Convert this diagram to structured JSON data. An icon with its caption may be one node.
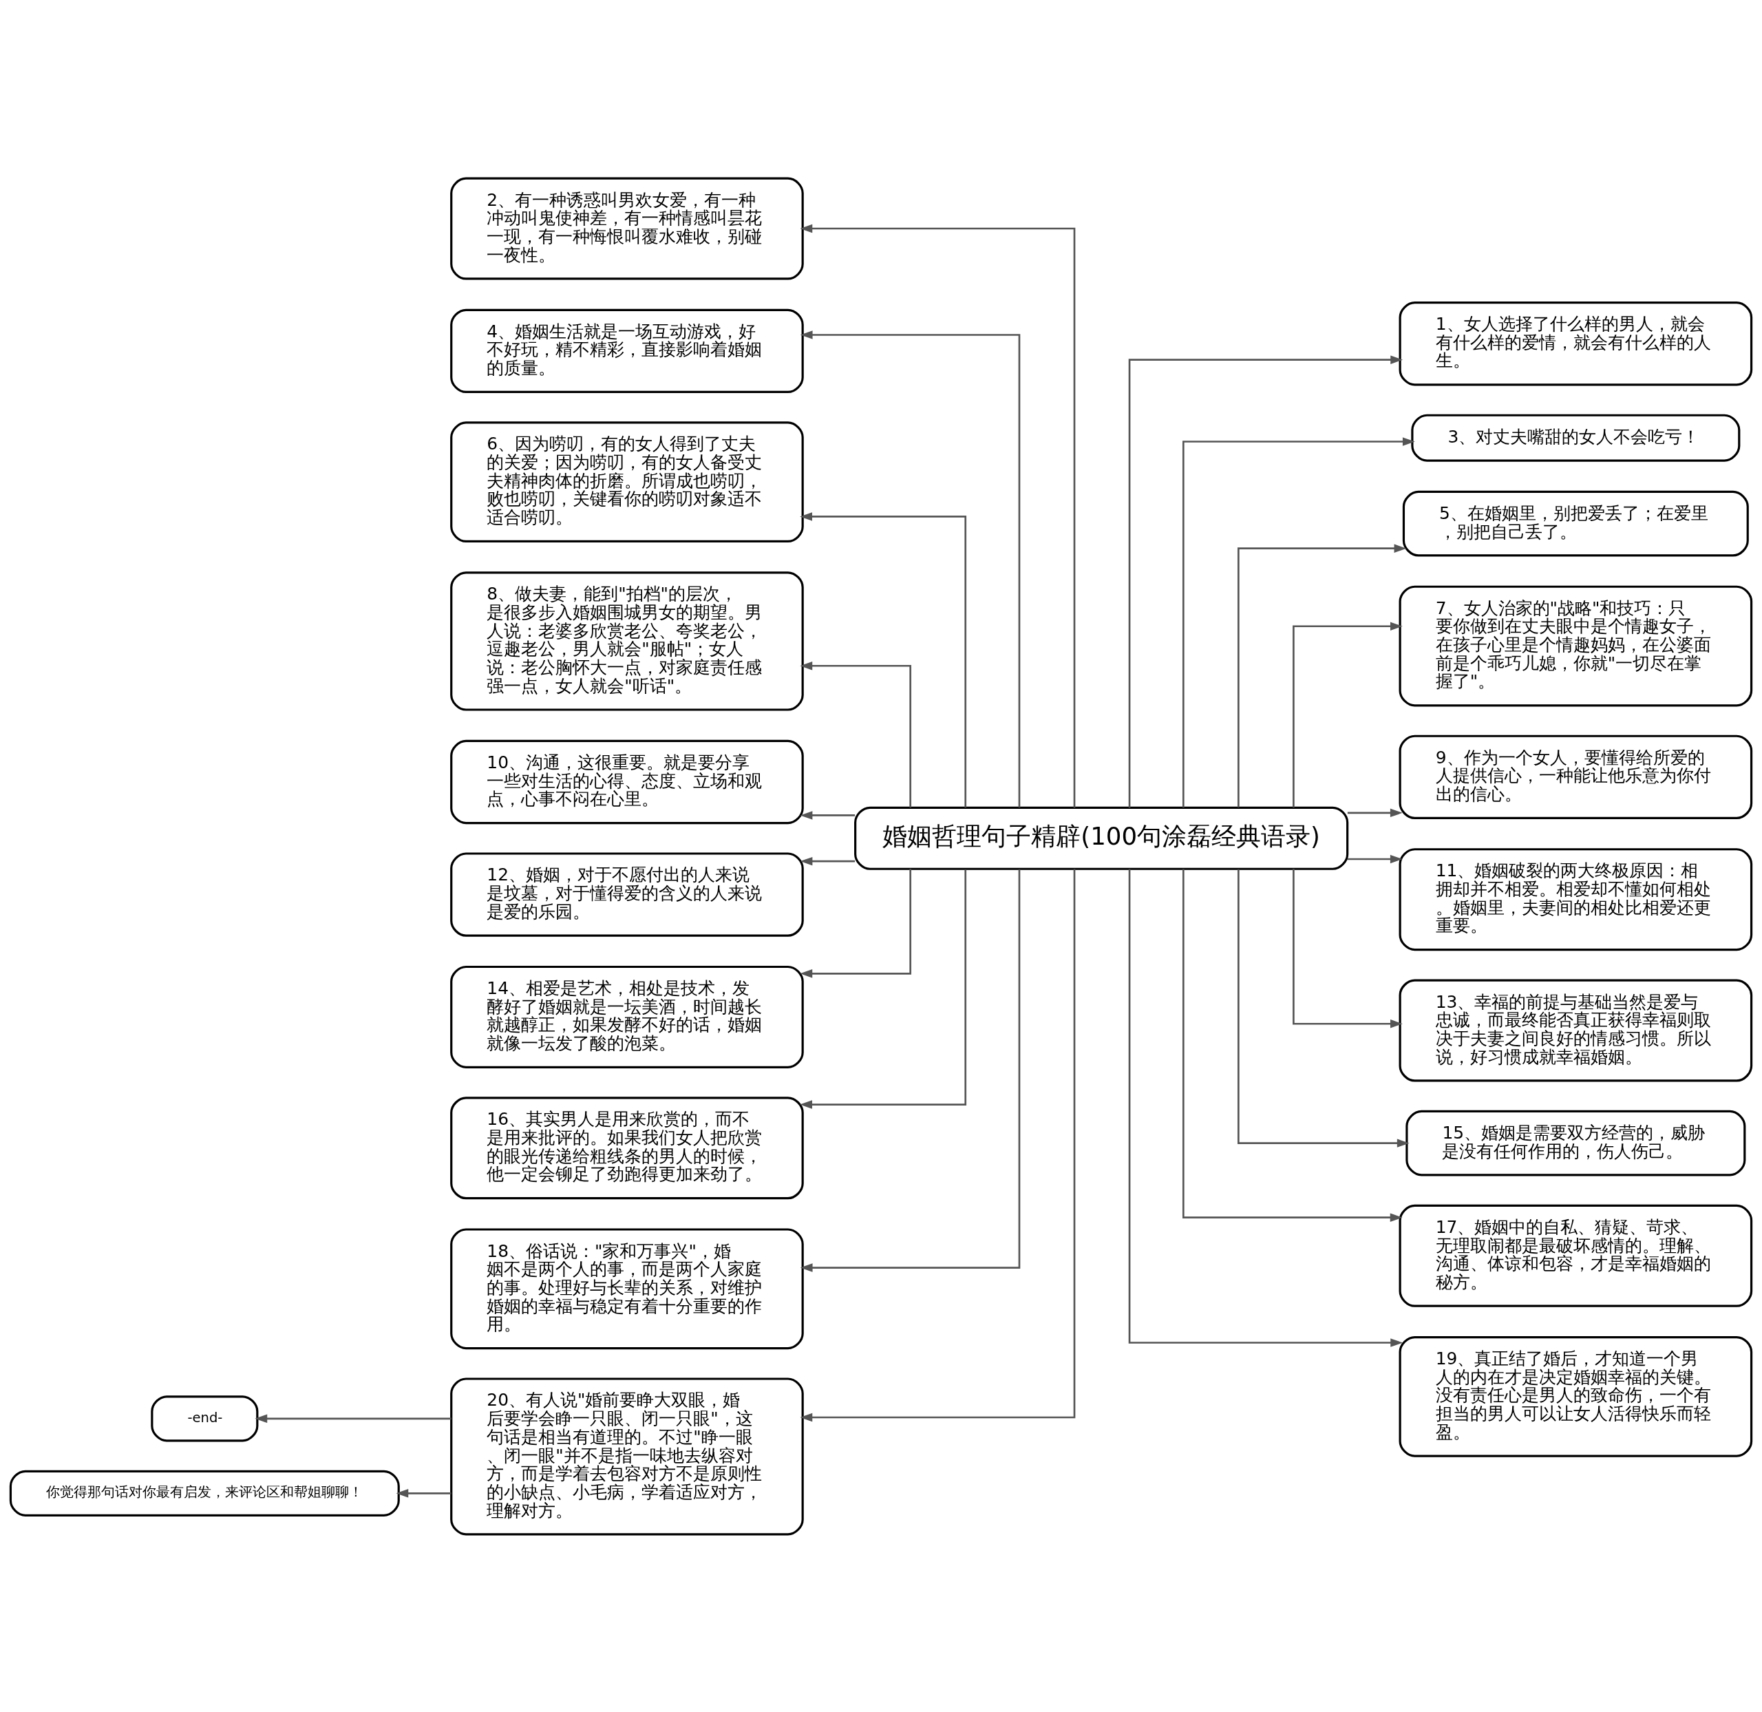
{
  "diagram": {
    "nodes": [
      {
        "text": [
          "婚姻哲理句子精辟(100句涂磊经典语录)"
        ]
      },
      {
        "text": [
          "2、有一种诱惑叫男欢女爱，有一种冲动叫鬼使神差，有一种情感叫昙花一现，有一种悔恨叫覆水难收，别碰一夜性。"
        ]
      },
      {
        "text": [
          "4、婚姻生活就是一场互动游戏，好不好玩，精不精彩，直接影响着婚姻的质量。"
        ]
      },
      {
        "text": [
          "6、因为唠叨，有的女人得到了丈夫的关爱；因为唠叨，有的女人备受丈夫精神肉体的折磨。所谓成也唠叨，败也唠叨，关键看你的唠叨对象适不适合唠叨。"
        ]
      },
      {
        "text": [
          "8、做夫妻，能到\"拍档\"的层次，是很多步入婚姻围城男女的期望。男人说：老婆多欣赏老公、夸奖老公，逗趣老公，男人就会\"服帖\"；女人说：老公胸怀大一点，对家庭责任感强一点，女人就会\"听话\"。"
        ]
      },
      {
        "text": [
          "10、沟通，这很重要。就是要分享一些对生活的心得、态度、立场和观点，心事不闷在心里。"
        ]
      },
      {
        "text": [
          "12、婚姻，对于不愿付出的人来说是坟墓，对于懂得爱的含义的人来说是爱的乐园。"
        ]
      },
      {
        "text": [
          "14、相爱是艺术，相处是技术，发酵好了婚姻就是一坛美酒，时间越长就越醇正，如果发酵不好的话，婚姻就像一坛发了酸的泡菜。"
        ]
      },
      {
        "text": [
          "16、其实男人是用来欣赏的，而不是用来批评的。如果我们女人把欣赏的眼光传递给粗线条的男人的时候，他一定会铆足了劲跑得更加来劲了。"
        ]
      },
      {
        "text": [
          "18、俗话说：\"家和万事兴\"，婚姻不是两个人的事，而是两个人家庭的事。处理好与长辈的关系，对维护婚姻的幸福与稳定有着十分重要的作用。"
        ]
      },
      {
        "text": [
          "20、有人说\"婚前要睁大双眼，婚后要学会睁一只眼、闭一只眼\"，这句话是相当有道理的。不过\"睁一眼、闭一眼\"并不是指一味地去纵容对方，而是学着去包容对方不是原则性的小缺点、小毛病，学着适应对方，理解对方。"
        ]
      },
      {
        "text": [
          "1、女人选择了什么样的男人，就会有什么样的爱情，就会有什么样的人生。"
        ]
      },
      {
        "text": [
          "3、对丈夫嘴甜的女人不会吃亏！"
        ]
      },
      {
        "text": [
          "5、在婚姻里，别把爱丢了；在爱里，别把自己丢了。"
        ]
      },
      {
        "text": [
          "7、女人治家的\"战略\"和技巧：只要你做到在丈夫眼中是个情趣女子，在孩子心里是个情趣妈妈，在公婆面前是个乖巧儿媳，你就\"一切尽在掌握了\"。"
        ]
      },
      {
        "text": [
          "9、作为一个女人，要懂得给所爱的人提供信心，一种能让他乐意为你付出的信心。"
        ]
      },
      {
        "text": [
          "11、婚姻破裂的两大终极原因：相拥却并不相爱。相爱却不懂如何相处。婚姻里，夫妻间的相处比相爱还更重要。"
        ]
      },
      {
        "text": [
          "13、幸福的前提与基础当然是爱与忠诚，而最终能否真正获得幸福则取决于夫妻之间良好的情感习惯。所以说，好习惯成就幸福婚姻。"
        ]
      },
      {
        "text": [
          "15、婚姻是需要双方经营的，威胁是没有任何作用的，伤人伤己。"
        ]
      },
      {
        "text": [
          "17、婚姻中的自私、猜疑、苛求、无理取闹都是最破坏感情的。理解、沟通、体谅和包容，才是幸福婚姻的秘方。"
        ]
      },
      {
        "text": [
          "19、真正结了婚后，才知道一个男人的内在才是决定婚姻幸福的关键。没有责任心是男人的致命伤，一个有担当的男人可以让女人活得快乐而轻盈。"
        ]
      },
      {
        "text": [
          "-end-"
        ]
      },
      {
        "text": [
          "你觉得那句话对你最有启发，来评论区和帮姐聊聊！"
        ]
      }
    ],
    "edges": [
      {
        "from": 0,
        "to": 1,
        "arrow": "to"
      },
      {
        "from": 0,
        "to": 2,
        "arrow": "to"
      },
      {
        "from": 0,
        "to": 3,
        "arrow": "to"
      },
      {
        "from": 0,
        "to": 4,
        "arrow": "to"
      },
      {
        "from": 0,
        "to": 5,
        "arrow": "to"
      },
      {
        "from": 0,
        "to": 6,
        "arrow": "to"
      },
      {
        "from": 0,
        "to": 7,
        "arrow": "to"
      },
      {
        "from": 0,
        "to": 8,
        "arrow": "to"
      },
      {
        "from": 0,
        "to": 9,
        "arrow": "to"
      },
      {
        "from": 0,
        "to": 10,
        "arrow": "to"
      },
      {
        "from": 0,
        "to": 11,
        "arrow": "to"
      },
      {
        "from": 0,
        "to": 12,
        "arrow": "to"
      },
      {
        "from": 0,
        "to": 13,
        "arrow": "to"
      },
      {
        "from": 0,
        "to": 14,
        "arrow": "to"
      },
      {
        "from": 0,
        "to": 15,
        "arrow": "to"
      },
      {
        "from": 0,
        "to": 16,
        "arrow": "to"
      },
      {
        "from": 0,
        "to": 17,
        "arrow": "to"
      },
      {
        "from": 0,
        "to": 18,
        "arrow": "to"
      },
      {
        "from": 0,
        "to": 19,
        "arrow": "to"
      },
      {
        "from": 0,
        "to": 20,
        "arrow": "to"
      },
      {
        "from": 10,
        "to": 21,
        "arrow": "to"
      },
      {
        "from": 10,
        "to": 22,
        "arrow": "to"
      }
    ]
  }
}
